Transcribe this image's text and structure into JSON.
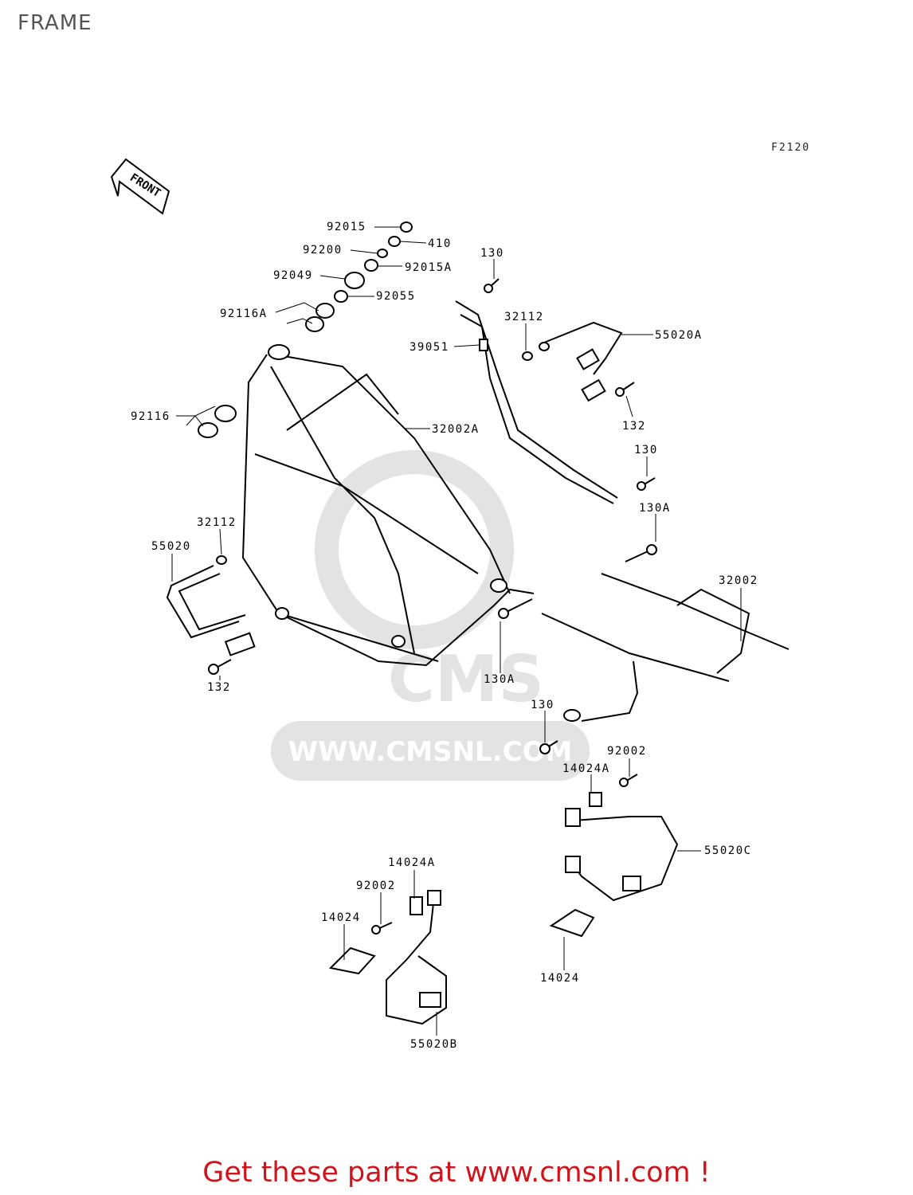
{
  "page": {
    "title": "FRAME",
    "figure_code": "F2120",
    "footer": "Get these parts at www.cmsnl.com !"
  },
  "orientation": {
    "label": "FRONT"
  },
  "watermark": {
    "text": "WWW.CMSNL.COM",
    "logo_text": "CMS"
  },
  "colors": {
    "footer_text": "#d0141b",
    "ink": "#000000",
    "watermark": "#e3e3e3"
  },
  "parts": [
    {
      "id": "p1",
      "label": "92015"
    },
    {
      "id": "p2",
      "label": "410"
    },
    {
      "id": "p3",
      "label": "92200"
    },
    {
      "id": "p4",
      "label": "92015A"
    },
    {
      "id": "p5",
      "label": "92049"
    },
    {
      "id": "p6",
      "label": "92055"
    },
    {
      "id": "p7",
      "label": "92116A"
    },
    {
      "id": "p8",
      "label": "130"
    },
    {
      "id": "p9",
      "label": "32112"
    },
    {
      "id": "p10",
      "label": "55020A"
    },
    {
      "id": "p11",
      "label": "39051"
    },
    {
      "id": "p12",
      "label": "132"
    },
    {
      "id": "p13",
      "label": "92116"
    },
    {
      "id": "p14",
      "label": "32002A"
    },
    {
      "id": "p15",
      "label": "130"
    },
    {
      "id": "p16",
      "label": "130A"
    },
    {
      "id": "p17",
      "label": "32112"
    },
    {
      "id": "p18",
      "label": "55020"
    },
    {
      "id": "p19",
      "label": "32002"
    },
    {
      "id": "p20",
      "label": "132"
    },
    {
      "id": "p21",
      "label": "130A"
    },
    {
      "id": "p22",
      "label": "130"
    },
    {
      "id": "p23",
      "label": "92002"
    },
    {
      "id": "p24",
      "label": "14024A"
    },
    {
      "id": "p25",
      "label": "55020C"
    },
    {
      "id": "p26",
      "label": "14024A"
    },
    {
      "id": "p27",
      "label": "92002"
    },
    {
      "id": "p28",
      "label": "14024"
    },
    {
      "id": "p29",
      "label": "14024"
    },
    {
      "id": "p30",
      "label": "55020B"
    }
  ]
}
